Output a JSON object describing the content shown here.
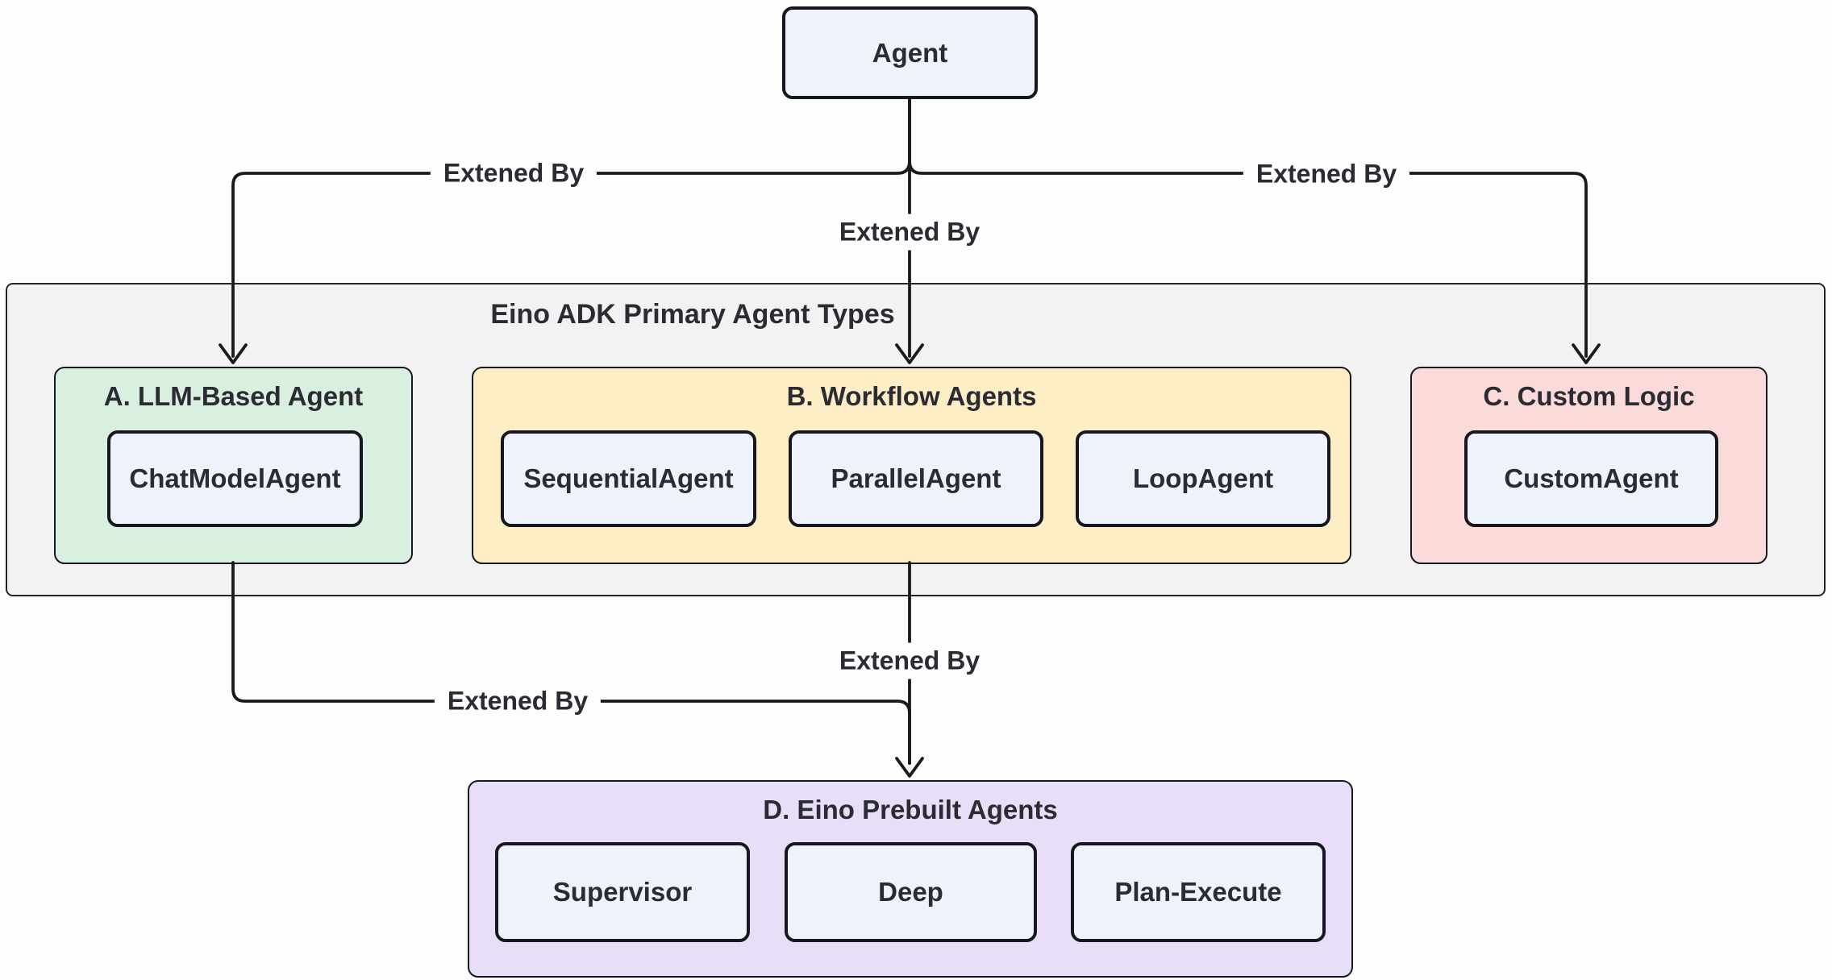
{
  "diagram": {
    "root": {
      "label": "Agent"
    },
    "container": {
      "title": "Eino ADK Primary Agent Types",
      "fill": "#f2f2f3"
    },
    "groups": [
      {
        "title": "A. LLM-Based Agent",
        "fill": "#d9efdf",
        "nodes": [
          "ChatModelAgent"
        ]
      },
      {
        "title": "B. Workflow Agents",
        "fill": "#fdeec6",
        "nodes": [
          "SequentialAgent",
          "ParallelAgent",
          "LoopAgent"
        ]
      },
      {
        "title": "C. Custom Logic",
        "fill": "#fbdada",
        "nodes": [
          "CustomAgent"
        ]
      },
      {
        "title": "D. Eino Prebuilt Agents",
        "fill": "#e9def8",
        "nodes": [
          "Supervisor",
          "Deep",
          "Plan-Execute"
        ]
      }
    ],
    "edges": [
      {
        "from": "Agent",
        "to": "A. LLM-Based Agent",
        "label": "Extened By"
      },
      {
        "from": "Agent",
        "to": "B. Workflow Agents",
        "label": "Extened By"
      },
      {
        "from": "Agent",
        "to": "C. Custom Logic",
        "label": "Extened By"
      },
      {
        "from": "A. LLM-Based Agent",
        "to": "D. Eino Prebuilt Agents",
        "label": "Extened By"
      },
      {
        "from": "B. Workflow Agents",
        "to": "D. Eino Prebuilt Agents",
        "label": "Extened By"
      }
    ],
    "colors": {
      "node_fill": "#eef2fb",
      "node_border": "#17171f",
      "line": "#1a1a1a",
      "text": "#2b2b33",
      "page_background": "#fdfdfd"
    }
  }
}
